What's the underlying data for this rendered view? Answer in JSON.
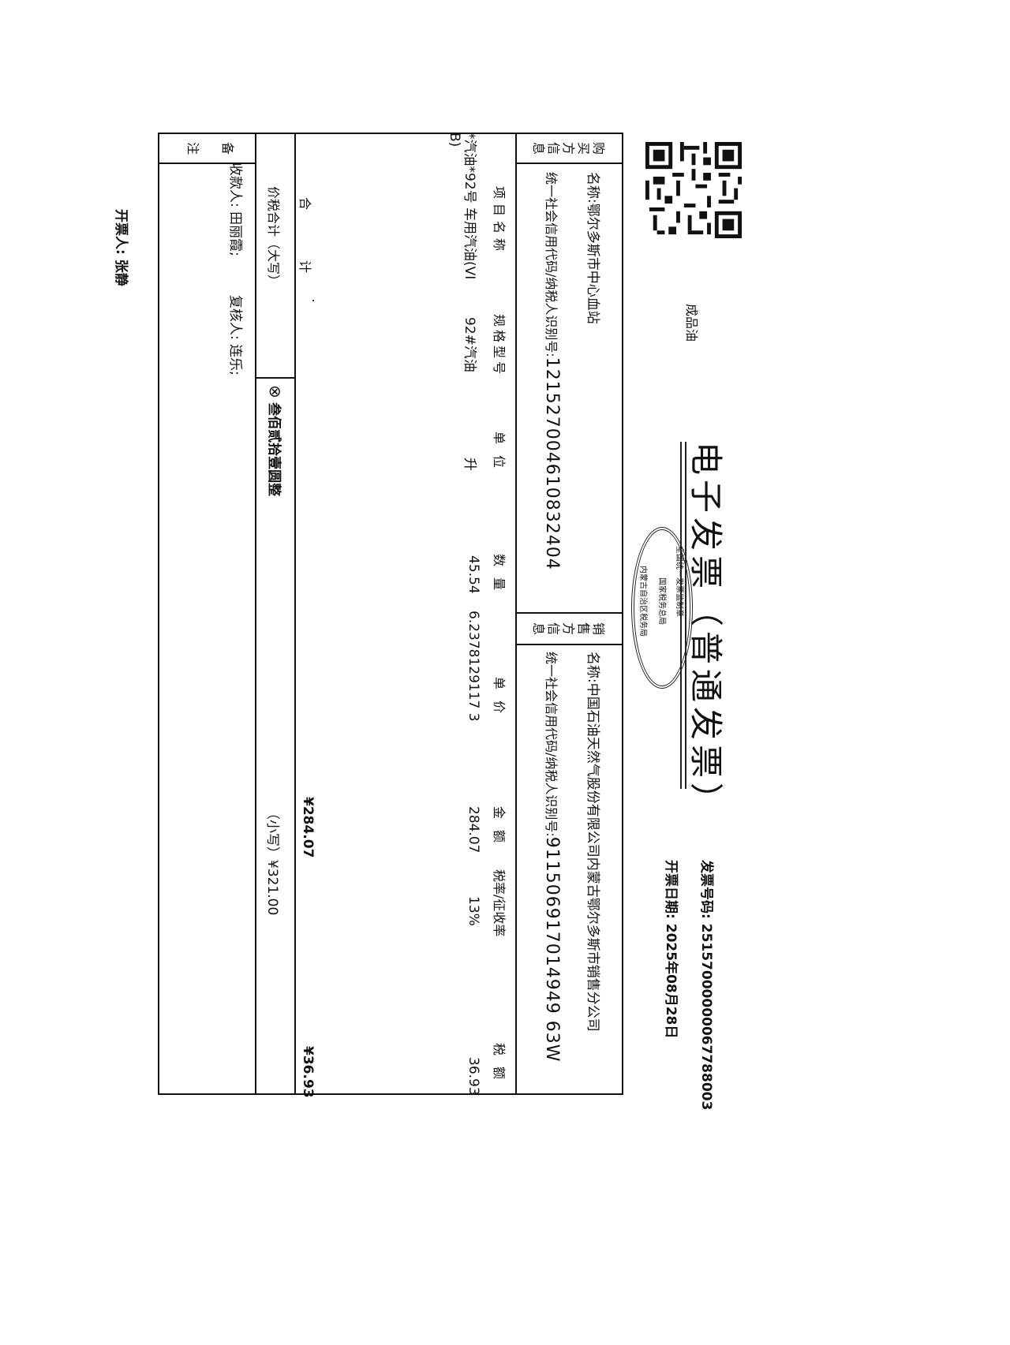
{
  "header": {
    "title": "电子发票（普通发票）",
    "category": "成品油",
    "invoice_number_label": "发票号码:",
    "invoice_number": "25157000000067788003",
    "issue_date_label": "开票日期:",
    "issue_date": "2025年08月28日"
  },
  "stamp": {
    "line1": "全国统一发票监制章",
    "line2": "国家税务总局",
    "line3": "内蒙古自治区税务局"
  },
  "buyer": {
    "section_label": "购买方信息",
    "name_label": "名称:",
    "name": "鄂尔多斯市中心血站",
    "tax_id_label": "统一社会信用代码/纳税人识别号:",
    "tax_id": "12152700461083240‌4"
  },
  "seller": {
    "section_label": "销售方信息",
    "name_label": "名称:",
    "name": "中国石油天然气股份有限公司内蒙古鄂尔多斯市销售分公司",
    "tax_id_label": "统一社会信用代码/纳税人识别号:",
    "tax_id": "911506917014949 63W"
  },
  "items": {
    "columns": [
      "项目名称",
      "规格型号",
      "单位",
      "数量",
      "单价",
      "金额",
      "税率/征收率",
      "税额"
    ],
    "rows": [
      {
        "name": "*汽油*92号 车用汽油(VI",
        "name_cont": "B)",
        "spec": "92#汽油",
        "unit": "升",
        "quantity": "45.54",
        "unit_price": "6.2378129117 3",
        "amount": "284.07",
        "tax_rate": "13%",
        "tax": "36.93"
      }
    ],
    "total_label": "合　　　　计",
    "total_amount": "¥284.07",
    "total_tax": "¥36.93"
  },
  "grand_total": {
    "label": "价税合计（大写）",
    "words": "叁佰贰拾壹圆整",
    "small_label": "（小写）",
    "small_value": "¥321.00"
  },
  "remarks": {
    "label": "备注",
    "payee": "收款人: 田丽霞;",
    "reviewer": "复核人: 连乐;"
  },
  "footer": {
    "issuer": "开票人: 张静"
  }
}
